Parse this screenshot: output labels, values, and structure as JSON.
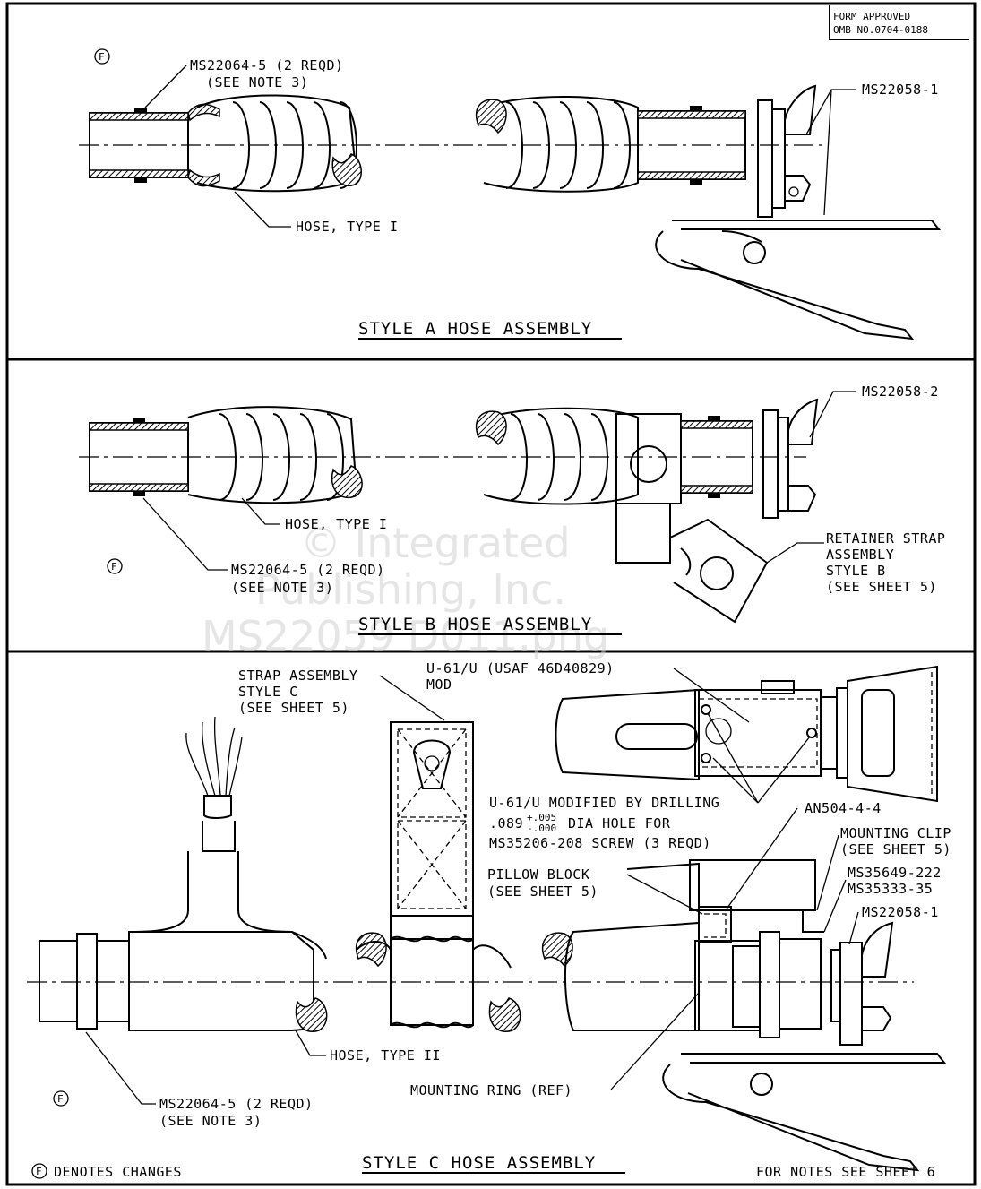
{
  "form": {
    "line1": "FORM APPROVED",
    "line2": "OMB NO.0704-0188"
  },
  "watermark": {
    "line1": "© Integrated",
    "line2": "Publishing, Inc.",
    "line3": "MS22059 D011.png"
  },
  "change_marker": "F",
  "style_a": {
    "title": "STYLE A HOSE ASSEMBLY",
    "clamp_label": "MS22064-5 (2 REQD)",
    "clamp_note": "(SEE NOTE 3)",
    "connector_label": "MS22058-1",
    "hose_label": "HOSE, TYPE I"
  },
  "style_b": {
    "title": "STYLE B HOSE ASSEMBLY",
    "connector_label": "MS22058-2",
    "hose_label": "HOSE, TYPE I",
    "clamp_label": "MS22064-5 (2 REQD)",
    "clamp_note": "(SEE NOTE 3)",
    "strap_line1": "RETAINER STRAP",
    "strap_line2": "ASSEMBLY",
    "strap_line3": "STYLE B",
    "strap_line4": "(SEE SHEET 5)"
  },
  "style_c": {
    "title": "STYLE C HOSE ASSEMBLY",
    "strap_line1": "STRAP ASSEMBLY",
    "strap_line2": "STYLE C",
    "strap_line3": "(SEE SHEET 5)",
    "u61_line1": "U-61/U (USAF 46D40829)",
    "u61_line2": "MOD",
    "drill_line1": "U-61/U MODIFIED BY DRILLING",
    "drill_line2a": ".089",
    "drill_tol_plus": "+.005",
    "drill_tol_minus": "-.000",
    "drill_line2b": "DIA HOLE FOR",
    "drill_line3": "MS35206-208 SCREW (3 REQD)",
    "an504": "AN504-4-4",
    "clip_line1": "MOUNTING CLIP",
    "clip_line2": "(SEE SHEET 5)",
    "pillow_line1": "PILLOW BLOCK",
    "pillow_line2": "(SEE SHEET 5)",
    "ms35649": "MS35649-222",
    "ms35333": "MS35333-35",
    "connector_label": "MS22058-1",
    "hose_label": "HOSE, TYPE II",
    "ring_label": "MOUNTING RING (REF)",
    "clamp_label": "MS22064-5 (2 REQD)",
    "clamp_note": "(SEE NOTE 3)"
  },
  "footer": {
    "denotes": "DENOTES CHANGES",
    "notes": "FOR NOTES SEE SHEET 6"
  }
}
